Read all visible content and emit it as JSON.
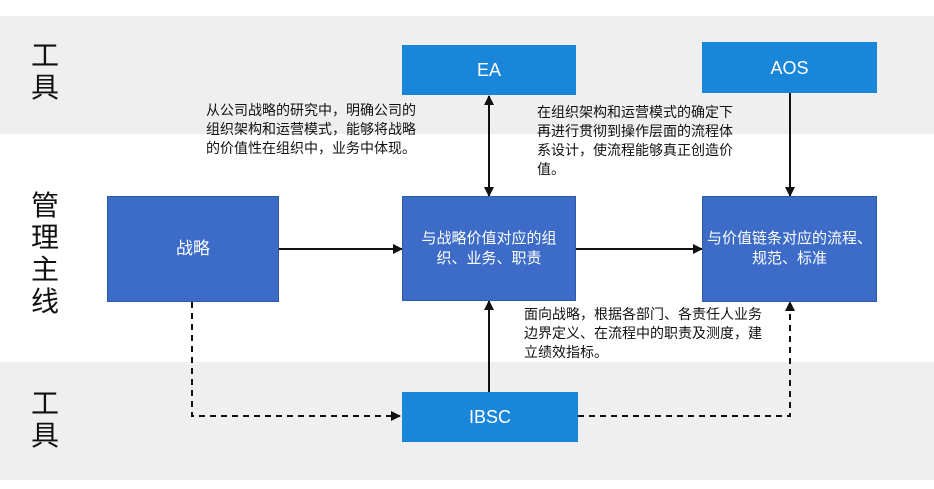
{
  "bands": {
    "top_label": "工\n具",
    "middle_label": "管\n理\n主\n线",
    "bottom_label": "工\n具"
  },
  "boxes": {
    "ea": "EA",
    "aos": "AOS",
    "ibsc": "IBSC",
    "strategy": "战略",
    "org": "与战略价值对应的组织、业务、职责",
    "process": "与价值链条对应的流程、规范、标准"
  },
  "notes": {
    "strategy_note": "从公司战略的研究中，明确公司的组织架构和运营模式，能够将战略的价值性在组织中，业务中体现。",
    "process_note": "在组织架构和运营模式的确定下再进行贯彻到操作层面的流程体系设计，使流程能够真正创造价值。",
    "ibsc_note": "面向战略，根据各部门、各责任人业务边界定义、在流程中的职责及测度，建立绩效指标。"
  },
  "colors": {
    "tool_box": "#1a86d9",
    "main_box": "#3c6cc7",
    "band": "#efefef"
  }
}
